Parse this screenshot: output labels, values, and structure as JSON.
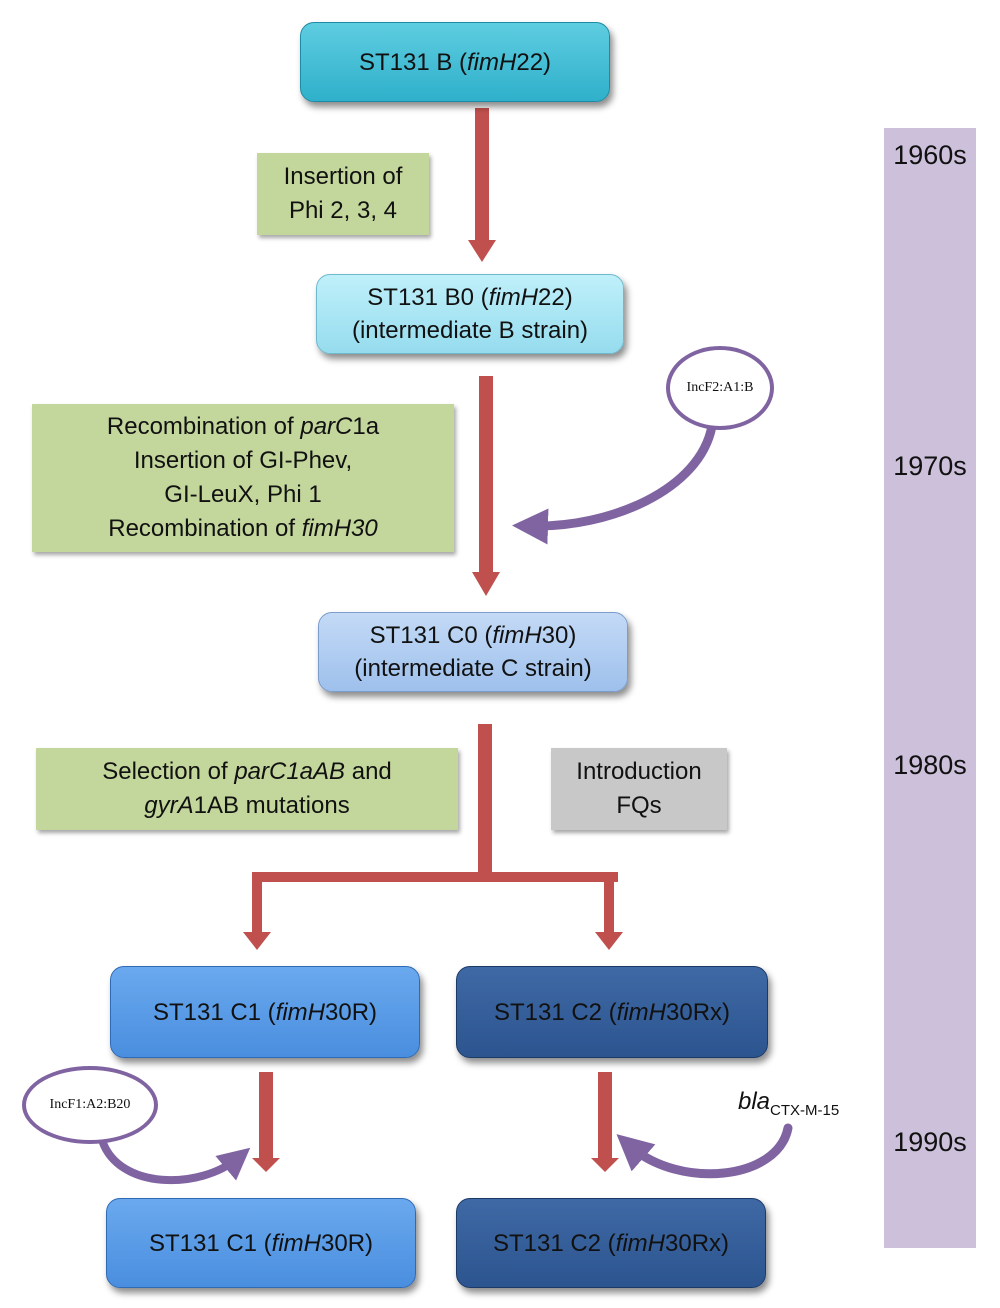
{
  "nodes": {
    "b": {
      "line1_pre": "ST131 B (",
      "line1_em": "fimH",
      "line1_post": "22)"
    },
    "b0": {
      "line1_pre": "ST131 B0 (",
      "line1_em": "fimH",
      "line1_post": "22)",
      "line2": "(intermediate B strain)"
    },
    "c0": {
      "line1_pre": "ST131 C0 (",
      "line1_em": "fimH",
      "line1_post": "30)",
      "line2": "(intermediate C strain)"
    },
    "c1a": {
      "pre": "ST131 C1 (",
      "em": "fimH",
      "post": "30R)"
    },
    "c2a": {
      "pre": "ST131 C2 (",
      "em": "fimH",
      "post": "30Rx)"
    },
    "c1b": {
      "pre": "ST131 C1 (",
      "em": "fimH",
      "post": "30R)"
    },
    "c2b": {
      "pre": "ST131 C2 (",
      "em": "fimH",
      "post": "30Rx)"
    }
  },
  "notes": {
    "phi": {
      "line1": "Insertion of",
      "line2": "Phi 2, 3, 4"
    },
    "recomb": {
      "l1_pre": "Recombination of ",
      "l1_em": "parC",
      "l1_post": "1a",
      "l2": "Insertion of GI-Phev,",
      "l3": "GI-LeuX, Phi 1",
      "l4_pre": "Recombination of ",
      "l4_em": "fimH30"
    },
    "selection": {
      "l1_pre": "Selection of ",
      "l1_em": "parC1aAB",
      "l1_post": " and",
      "l2_em": "gyrA",
      "l2_post": "1AB  mutations"
    },
    "fq": {
      "line1": "Introduction",
      "line2": "FQs"
    }
  },
  "plasmids": {
    "incf2": "IncF2:A1:B",
    "incf1": "IncF1:A2:B20",
    "bla_main": "bla",
    "bla_sub": "CTX-M-15"
  },
  "timeline": {
    "eras": [
      "1960s",
      "1970s",
      "1980s",
      "1990s"
    ]
  },
  "colors": {
    "arrow": "#c0504d",
    "plasmid_arrow": "#8064a2",
    "timebar": "#ccc0da"
  }
}
